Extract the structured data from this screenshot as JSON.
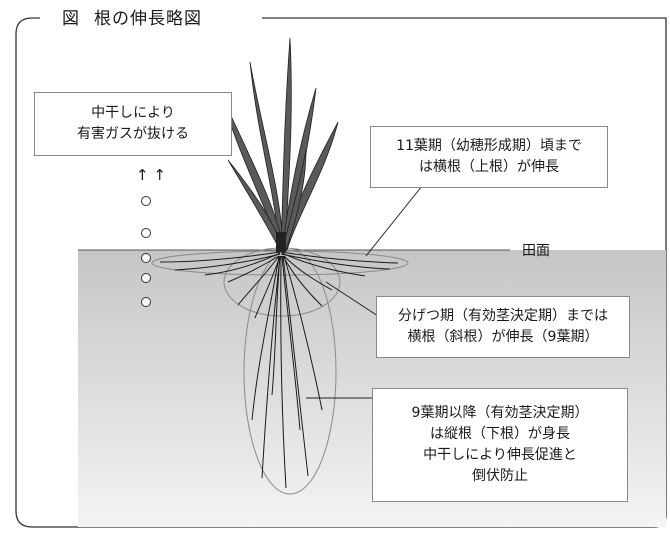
{
  "figure": {
    "title_prefix": "図",
    "title": "根の伸長略図"
  },
  "labels": {
    "surface": "田面",
    "gas_arrows": "↑ ↑"
  },
  "callouts": {
    "gas": [
      "中干しにより",
      "有害ガスが抜ける"
    ],
    "leaf11": [
      "11葉期（幼穂形成期）頃まで",
      "は横根（上根）が伸長"
    ],
    "tiller": [
      "分げつ期（有効茎決定期）までは",
      "横根（斜根）が伸長（9葉期）"
    ],
    "leaf9": [
      "9葉期以降（有効茎決定期）",
      "は縦根（下根）が身長",
      "中干しにより伸長促進と",
      "倒伏防止"
    ]
  },
  "colors": {
    "soil_top": "#c8c8c8",
    "soil_bottom": "#f2f2f2",
    "leaf": "#5a5a5a",
    "root": "#1a1a1a",
    "frame": "#333333"
  }
}
